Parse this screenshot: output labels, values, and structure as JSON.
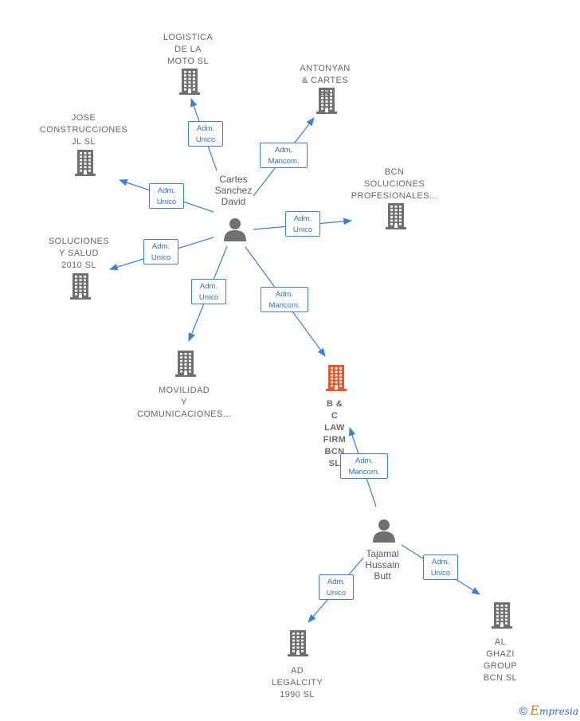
{
  "colors": {
    "company": "#707070",
    "focus_company": "#e8562a",
    "person": "#707070",
    "edge": "#3b7fd6"
  },
  "nodes": [
    {
      "id": "logistica",
      "type": "company",
      "name": "LOGISTICA\nDE LA\nMOTO SL"
    },
    {
      "id": "antonyan",
      "type": "company",
      "name": "ANTONYAN\n& CARTES SL"
    },
    {
      "id": "jose",
      "type": "company",
      "name": "JOSE\nCONSTRUCCIONES\nJL  SL"
    },
    {
      "id": "bcn",
      "type": "company",
      "name": "BCN\nSOLUCIONES\nPROFESIONALES..."
    },
    {
      "id": "soluciones",
      "type": "company",
      "name": "SOLUCIONES\nY SALUD\n2010 SL"
    },
    {
      "id": "movilidad",
      "type": "company",
      "name": "MOVILIDAD\nY\nCOMUNICACIONES..."
    },
    {
      "id": "bclaw",
      "type": "company",
      "focus": true,
      "name": "B & C LAW\nFIRM BCN  SL"
    },
    {
      "id": "alghazi",
      "type": "company",
      "name": "AL GHAZI\nGROUP\nBCN  SL"
    },
    {
      "id": "adlegal",
      "type": "company",
      "name": "AD\nLEGALCITY\n1990  SL"
    },
    {
      "id": "cartes",
      "type": "person",
      "name": "Cartes\nSanchez\nDavid"
    },
    {
      "id": "tajamal",
      "type": "person",
      "name": "Tajamal\nHussain\nButt"
    }
  ],
  "edges": [
    {
      "from": "cartes",
      "to": "logistica",
      "label": "Adm.\nUnico"
    },
    {
      "from": "cartes",
      "to": "antonyan",
      "label": "Adm.\nMancom."
    },
    {
      "from": "cartes",
      "to": "jose",
      "label": "Adm.\nUnico"
    },
    {
      "from": "cartes",
      "to": "bcn",
      "label": "Adm.\nUnico"
    },
    {
      "from": "cartes",
      "to": "soluciones",
      "label": "Adm.\nUnico"
    },
    {
      "from": "cartes",
      "to": "movilidad",
      "label": "Adm.\nUnico"
    },
    {
      "from": "cartes",
      "to": "bclaw",
      "label": "Adm.\nMancom."
    },
    {
      "from": "tajamal",
      "to": "bclaw",
      "label": "Adm.\nMancom."
    },
    {
      "from": "tajamal",
      "to": "alghazi",
      "label": "Adm.\nUnico"
    },
    {
      "from": "tajamal",
      "to": "adlegal",
      "label": "Adm.\nUnico"
    }
  ],
  "footer": {
    "copyright": "©",
    "brand_initial": "E",
    "brand_rest": "mpresia"
  }
}
